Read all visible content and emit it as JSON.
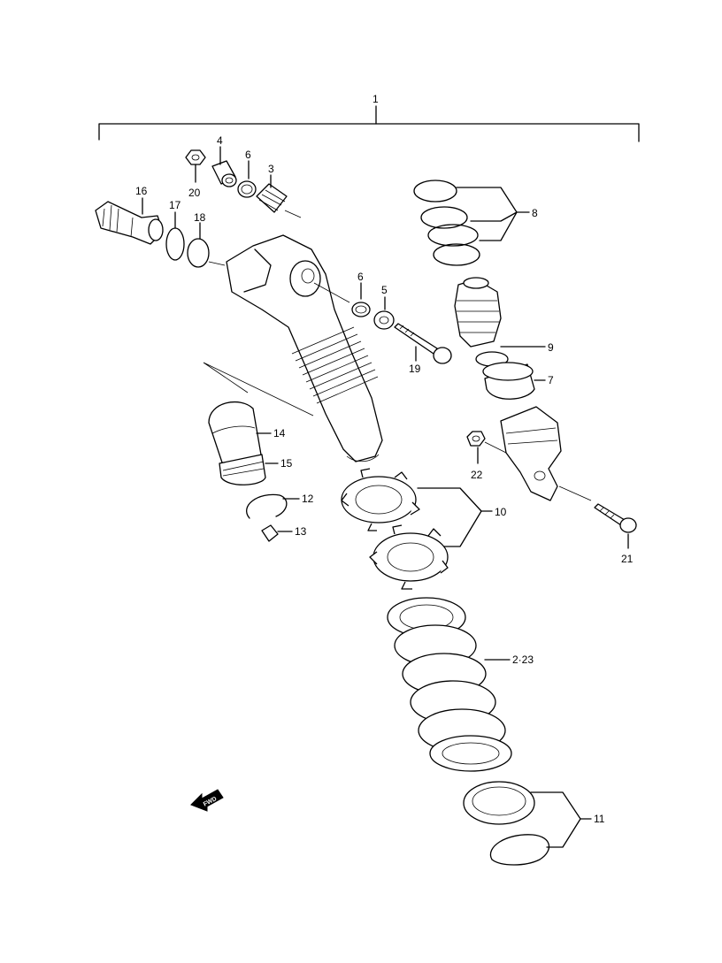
{
  "diagram": {
    "fwd_badge": "FWD",
    "callouts": [
      {
        "id": "1",
        "text": "1"
      },
      {
        "id": "2-23",
        "text": "2·23"
      },
      {
        "id": "3",
        "text": "3"
      },
      {
        "id": "4",
        "text": "4"
      },
      {
        "id": "5",
        "text": "5"
      },
      {
        "id": "6a",
        "text": "6"
      },
      {
        "id": "6b",
        "text": "6"
      },
      {
        "id": "7",
        "text": "7"
      },
      {
        "id": "8",
        "text": "8"
      },
      {
        "id": "9",
        "text": "9"
      },
      {
        "id": "10",
        "text": "10"
      },
      {
        "id": "11",
        "text": "11"
      },
      {
        "id": "12",
        "text": "12"
      },
      {
        "id": "13",
        "text": "13"
      },
      {
        "id": "14",
        "text": "14"
      },
      {
        "id": "15",
        "text": "15"
      },
      {
        "id": "16",
        "text": "16"
      },
      {
        "id": "17",
        "text": "17"
      },
      {
        "id": "18",
        "text": "18"
      },
      {
        "id": "19",
        "text": "19"
      },
      {
        "id": "20",
        "text": "20"
      },
      {
        "id": "21",
        "text": "21"
      },
      {
        "id": "22",
        "text": "22"
      }
    ]
  }
}
